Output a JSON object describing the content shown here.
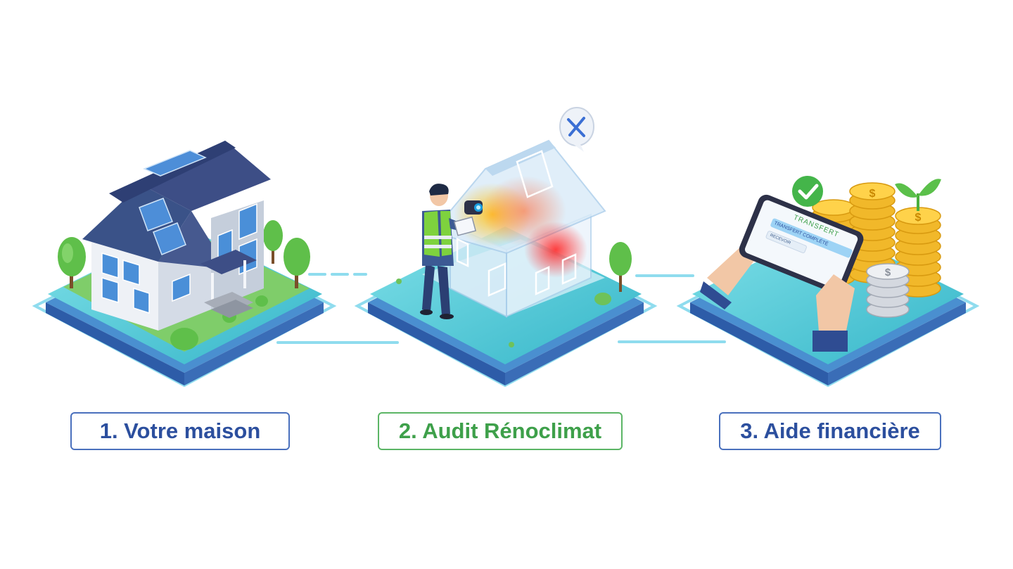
{
  "steps": [
    {
      "label": "1. Votre maison",
      "color": "#2c4f9e"
    },
    {
      "label": "2. Audit Rénoclimat",
      "color": "#3ea04a"
    },
    {
      "label": "3. Aide financière",
      "color": "#2c4f9e"
    }
  ],
  "phone": {
    "title": "TRANSFERT",
    "status": "TRANSFERT COMPLÉTÉ",
    "button": "RECEVOIR"
  },
  "icons": [
    "house-icon",
    "solar-panel-icon",
    "tree-icon",
    "auditor-icon",
    "thermal-camera-icon",
    "tools-bubble-icon",
    "tablet-icon",
    "check-icon",
    "coin-stack-icon",
    "sprout-icon"
  ],
  "colors": {
    "blue": "#2c4f9e",
    "green": "#3ea04a",
    "platform": "#4fc6d6",
    "connector": "#7fd7ea"
  }
}
